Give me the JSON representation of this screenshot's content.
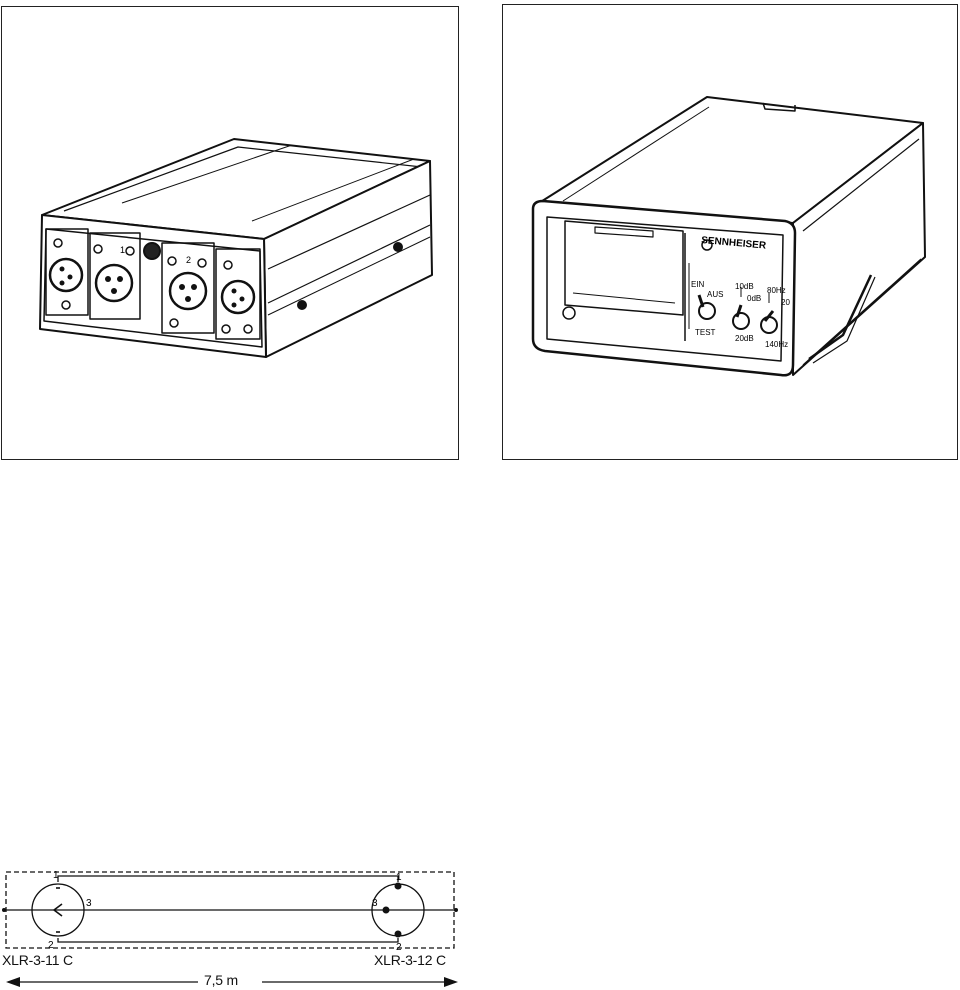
{
  "left_figure": {
    "description_icon": "splitter-box-illustration",
    "pin_labels": [
      "1",
      "2"
    ]
  },
  "right_figure": {
    "brand": "SENNHEISER",
    "switch_power": {
      "top": "EIN",
      "mid": "AUS",
      "bottom": "TEST"
    },
    "switch_attenuation": {
      "top": "10dB",
      "mid": "0dB",
      "bottom": "20dB"
    },
    "switch_filter": {
      "top": "80Hz",
      "mid": "20",
      "bottom": "140Hz"
    }
  },
  "cable_diagram": {
    "left_connector": "XLR-3-11 C",
    "right_connector": "XLR-3-12 C",
    "length": "7,5 m",
    "pins_left": [
      "1",
      "3",
      "2"
    ],
    "pins_right": [
      "1",
      "3",
      "2"
    ]
  }
}
